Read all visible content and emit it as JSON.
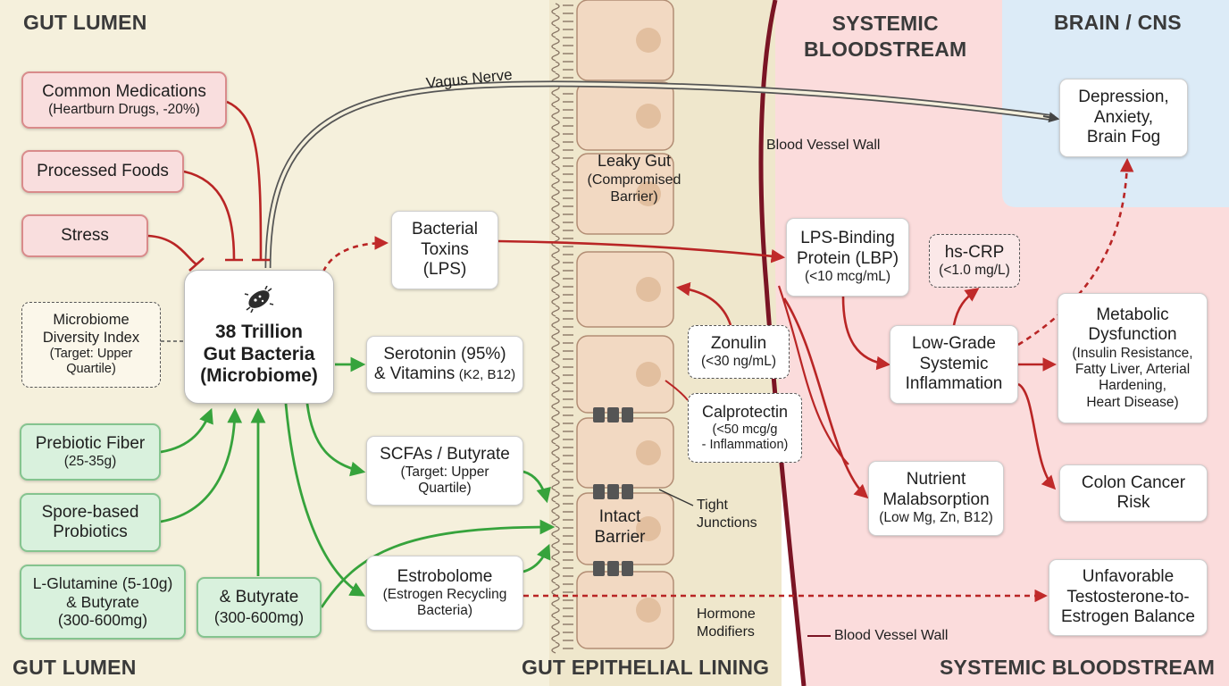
{
  "regions": {
    "gut_lumen_top": "GUT LUMEN",
    "gut_lumen_bottom": "GUT LUMEN",
    "systemic_top_line1": "SYSTEMIC",
    "systemic_top_line2": "BLOODSTREAM",
    "brain_cns": "BRAIN / CNS",
    "epithelial_bottom": "GUT EPITHELIAL LINING",
    "systemic_bottom": "SYSTEMIC BLOODSTREAM"
  },
  "inputs": {
    "medications": {
      "line1": "Common Medications",
      "line2": "(Heartburn Drugs, -20%)"
    },
    "processed_foods": "Processed Foods",
    "stress": "Stress",
    "prebiotic": {
      "line1": "Prebiotic Fiber",
      "line2": "(25-35g)"
    },
    "spore": {
      "line1": "Spore-based",
      "line2": "Probiotics"
    },
    "glutamine": {
      "line1": "L-Glutamine (5-10g)",
      "line2": "& Butyrate",
      "line3": "(300-600mg)"
    },
    "butyrate": {
      "line1": "& Butyrate",
      "line2": "(300-600mg)"
    }
  },
  "diversity": {
    "line1": "Microbiome",
    "line2": "Diversity Index",
    "line3": "(Target: Upper",
    "line4": "Quartile)"
  },
  "microbiome": {
    "line1": "38 Trillion",
    "line2": "Gut Bacteria",
    "line3": "(Microbiome)"
  },
  "outputs": {
    "toxins": {
      "line1": "Bacterial",
      "line2": "Toxins",
      "line3": "(LPS)"
    },
    "serotonin": {
      "line1": "Serotonin (95%)",
      "line2": "& Vitamins",
      "line2b": "(K2, B12)"
    },
    "scfa": {
      "line1": "SCFAs / Butyrate",
      "line2": "(Target: Upper",
      "line3": "Quartile)"
    },
    "estrobolome": {
      "line1": "Estrobolome",
      "line2": "(Estrogen Recycling",
      "line3": "Bacteria)"
    }
  },
  "lining": {
    "leaky": {
      "line1": "Leaky Gut",
      "line2": "(Compromised",
      "line3": "Barrier)"
    },
    "intact": {
      "line1": "Intact",
      "line2": "Barrier"
    },
    "tight": {
      "line1": "Tight",
      "line2": "Junctions"
    },
    "hormone": {
      "line1": "Hormone",
      "line2": "Modifiers"
    }
  },
  "markers": {
    "zonulin": {
      "line1": "Zonulin",
      "line2": "(<30 ng/mL)"
    },
    "calprotectin": {
      "line1": "Calprotectin",
      "line2": "(<50 mcg/g",
      "line3": "- Inflammation)"
    },
    "hscrp": {
      "line1": "hs-CRP",
      "line2": "(<1.0 mg/L)"
    }
  },
  "vagus": "Vagus Nerve",
  "vessel_wall_top": "Blood Vessel Wall",
  "vessel_wall_bottom": "Blood Vessel Wall",
  "systemic": {
    "lbp": {
      "line1": "LPS-Binding",
      "line2": "Protein (LBP)",
      "line3": "(<10 mcg/mL)"
    },
    "inflammation": {
      "line1": "Low-Grade",
      "line2": "Systemic",
      "line3": "Inflammation"
    },
    "nutrient": {
      "line1": "Nutrient",
      "line2": "Malabsorption",
      "line3": "(Low Mg, Zn, B12)"
    },
    "depression": {
      "line1": "Depression,",
      "line2": "Anxiety,",
      "line3": "Brain Fog"
    },
    "metabolic": {
      "line1": "Metabolic",
      "line2": "Dysfunction",
      "line3": "(Insulin Resistance,",
      "line4": "Fatty Liver, Arterial",
      "line5": "Hardening,",
      "line6": "Heart Disease)"
    },
    "colon": {
      "line1": "Colon Cancer",
      "line2": "Risk"
    },
    "hormone_balance": {
      "line1": "Unfavorable",
      "line2": "Testosterone-to-",
      "line3": "Estrogen Balance"
    }
  },
  "colors": {
    "lumen_bg": "#f5f0dc",
    "epithelium_bg": "#efe7cc",
    "blood_bg": "#fbdcdc",
    "brain_bg": "#dcebf7",
    "vessel": "#7a1424",
    "negative_arrow": "#c02a2a",
    "positive_arrow": "#36a33c",
    "cell_fill": "#f2d9c2",
    "cell_stroke": "#b28d74"
  },
  "icons": {
    "bacteria": "bacteria-icon"
  }
}
